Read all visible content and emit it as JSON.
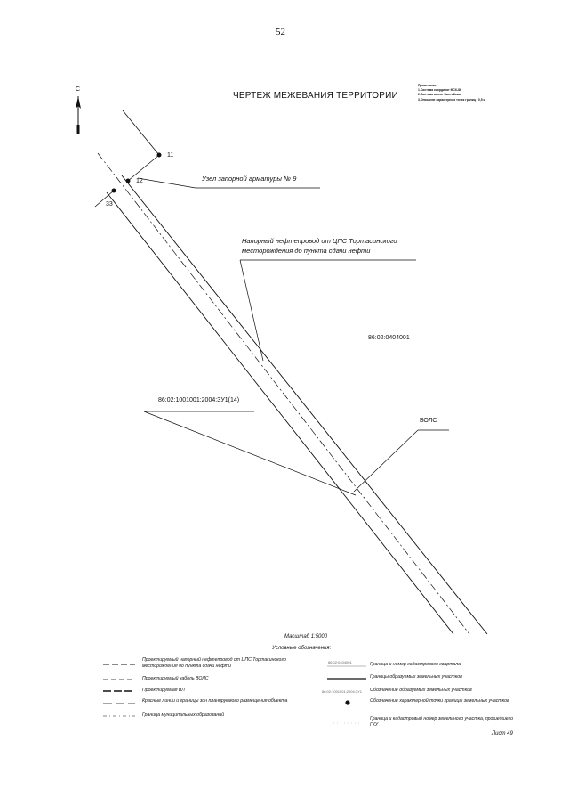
{
  "page": {
    "number": "52",
    "sheet": "Лист 49"
  },
  "drawing": {
    "title": "ЧЕРТЕЖ МЕЖЕВАНИЯ ТЕРРИТОРИИ",
    "north_letter": "С",
    "notes": [
      "Примечание",
      "1.Система координат МСК-86",
      "2.Система высот Балтийская",
      "3.Описание характерных точек границ - 0,5 м"
    ],
    "points": [
      "11",
      "12",
      "33"
    ],
    "labels": {
      "valve_node": "Узел запорной арматуры № 9",
      "pipeline_line1": "Напорный нефтепровод от ЦПС Тортасинского",
      "pipeline_line2": "месторождения до пункта сдачи нефти",
      "block_number": "86:02:0404001",
      "parcel_number": "86:02:1001001:2004:ЗУ1(14)",
      "fiber": "ВОЛС"
    }
  },
  "legend": {
    "scale": "Масштаб 1:5000",
    "heading": "Условные обозначения:",
    "left_items": [
      {
        "icon": "pipeline-line-icon",
        "text": "Проектируемый напорный нефтепровод от ЦПС Тортасинского месторождения до пункта сдачи нефти"
      },
      {
        "icon": "fiber-cable-line-icon",
        "text": "Проектируемый кабель ВОЛС"
      },
      {
        "icon": "power-line-icon",
        "text": "Проектируемая ВЛ"
      },
      {
        "icon": "red-line-icon",
        "text": "Красные линии и границы зон планируемого размещения объекта"
      },
      {
        "icon": "municipal-boundary-icon",
        "text": "Граница муниципальных образований"
      }
    ],
    "right_items": [
      {
        "icon": "block-boundary-icon",
        "sample": "86:02:0404001",
        "text": "Граница и номер кадастрового квартала"
      },
      {
        "icon": "parcel-boundary-icon",
        "sample": "",
        "text": "Границы образуемых земельных участков"
      },
      {
        "icon": "parcel-label-icon",
        "sample": "86:02:1001001:2004:ЗУ1",
        "text": "Обозначение образуемых земельных участков"
      },
      {
        "icon": "point-dot-icon",
        "sample": "",
        "text": "Обозначение характерной точки границы земельных участков"
      },
      {
        "icon": "registered-parcel-icon",
        "sample": "",
        "text": "Граница и кадастровый номер земельного участка, прошедшего ГКУ"
      }
    ]
  }
}
